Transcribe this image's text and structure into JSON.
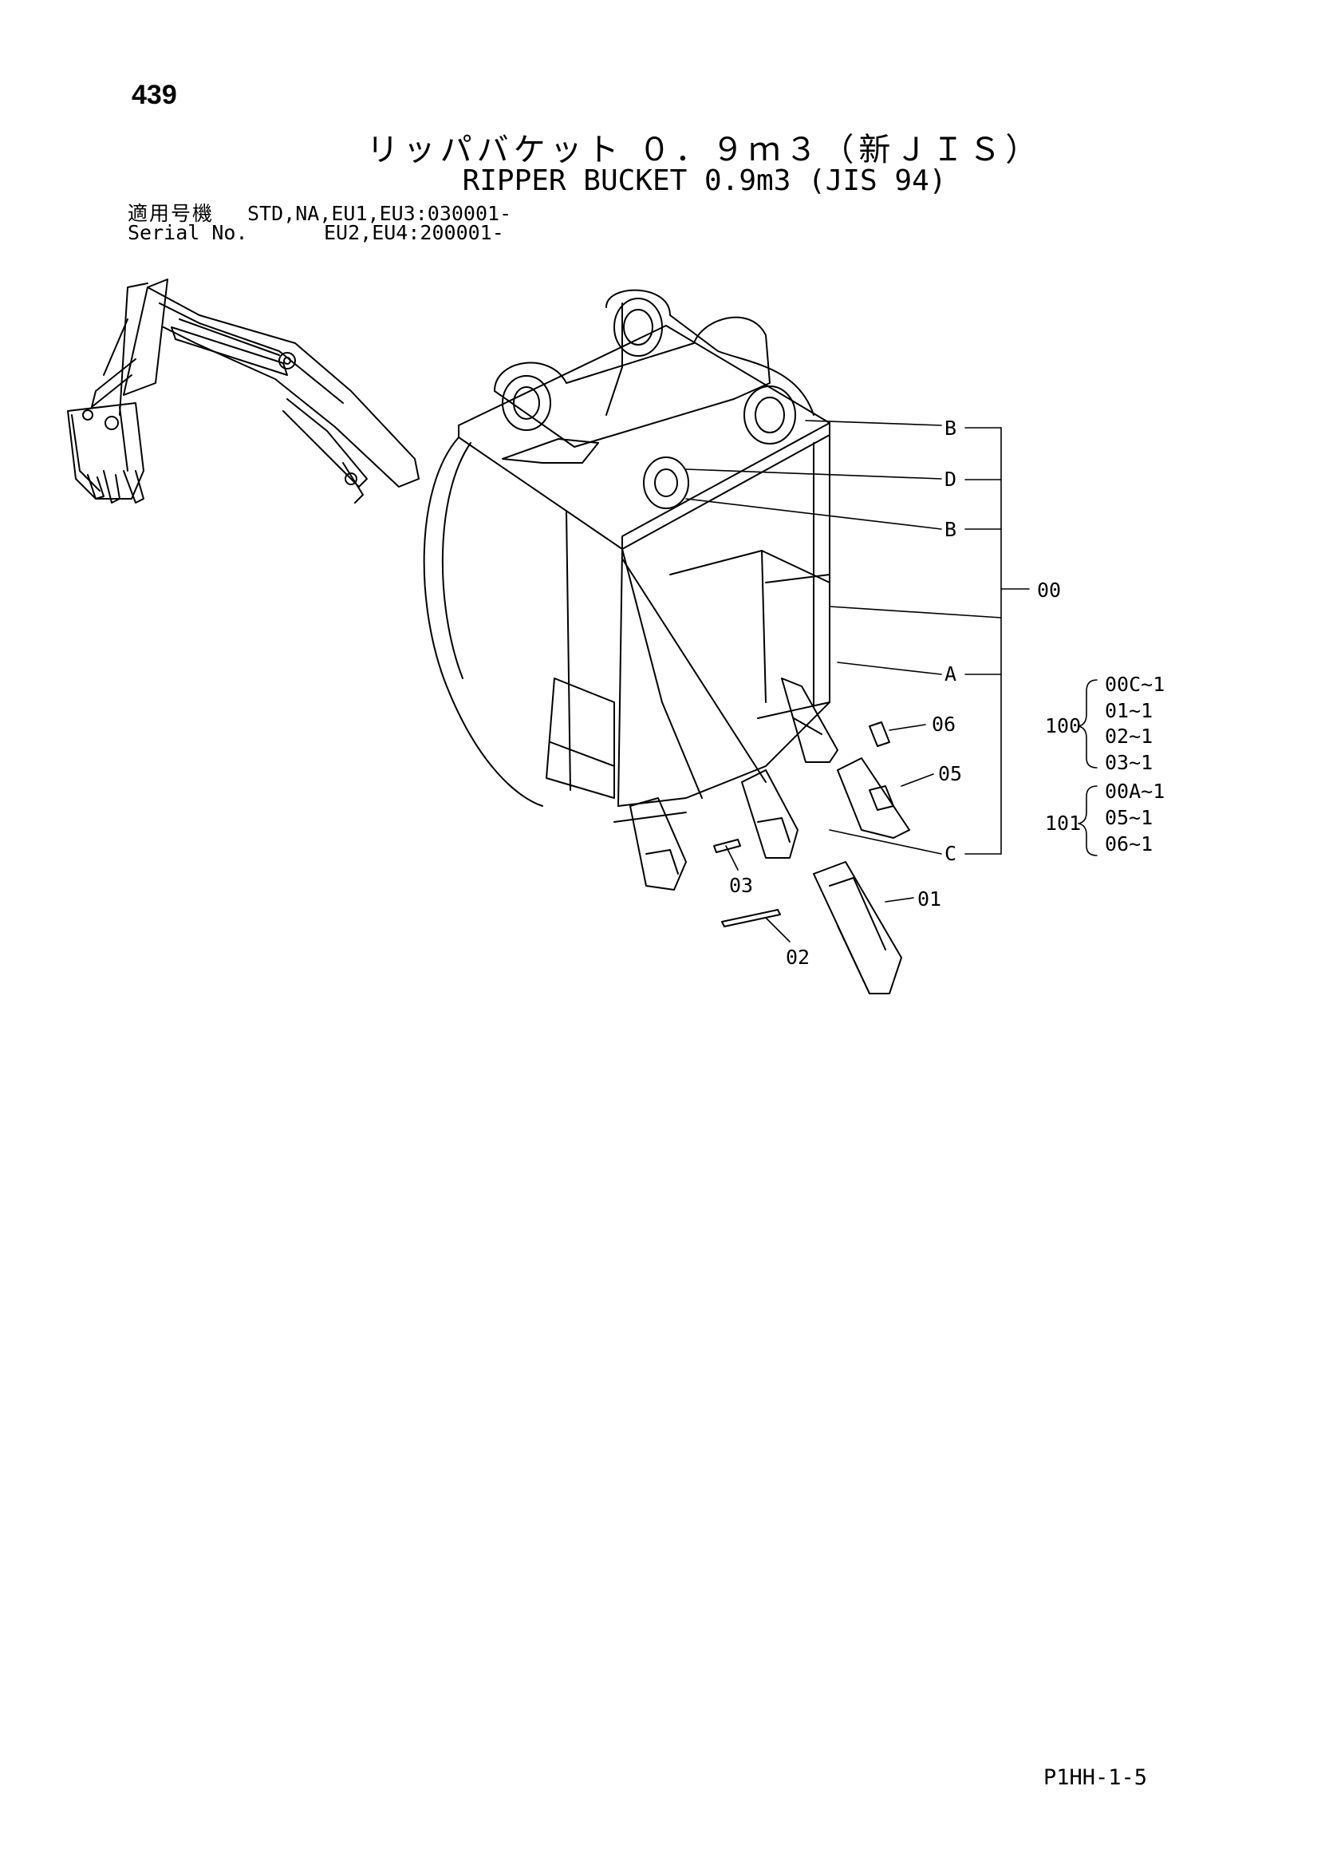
{
  "page_number": "439",
  "title_jp": "リッパバケット ０．９ｍ３（新ＪＩＳ）",
  "title_en": "RIPPER BUCKET 0.9m3 (JIS 94)",
  "serial": {
    "label_jp": "適用号機",
    "value1": "STD,NA,EU1,EU3:030001-",
    "label_en": "Serial No.",
    "value2": "EU2,EU4:200001-"
  },
  "callouts": {
    "b_top": "B",
    "d": "D",
    "b_mid": "B",
    "a": "A",
    "c": "C",
    "assembly_00": "00",
    "p06": "06",
    "p05": "05",
    "p03": "03",
    "p01": "01",
    "p02": "02"
  },
  "kits": [
    {
      "id": "100",
      "items": [
        "00C~1",
        "01~1",
        "02~1",
        "03~1"
      ]
    },
    {
      "id": "101",
      "items": [
        "00A~1",
        "05~1",
        "06~1"
      ]
    }
  ],
  "footer_code": "P1HH-1-5"
}
